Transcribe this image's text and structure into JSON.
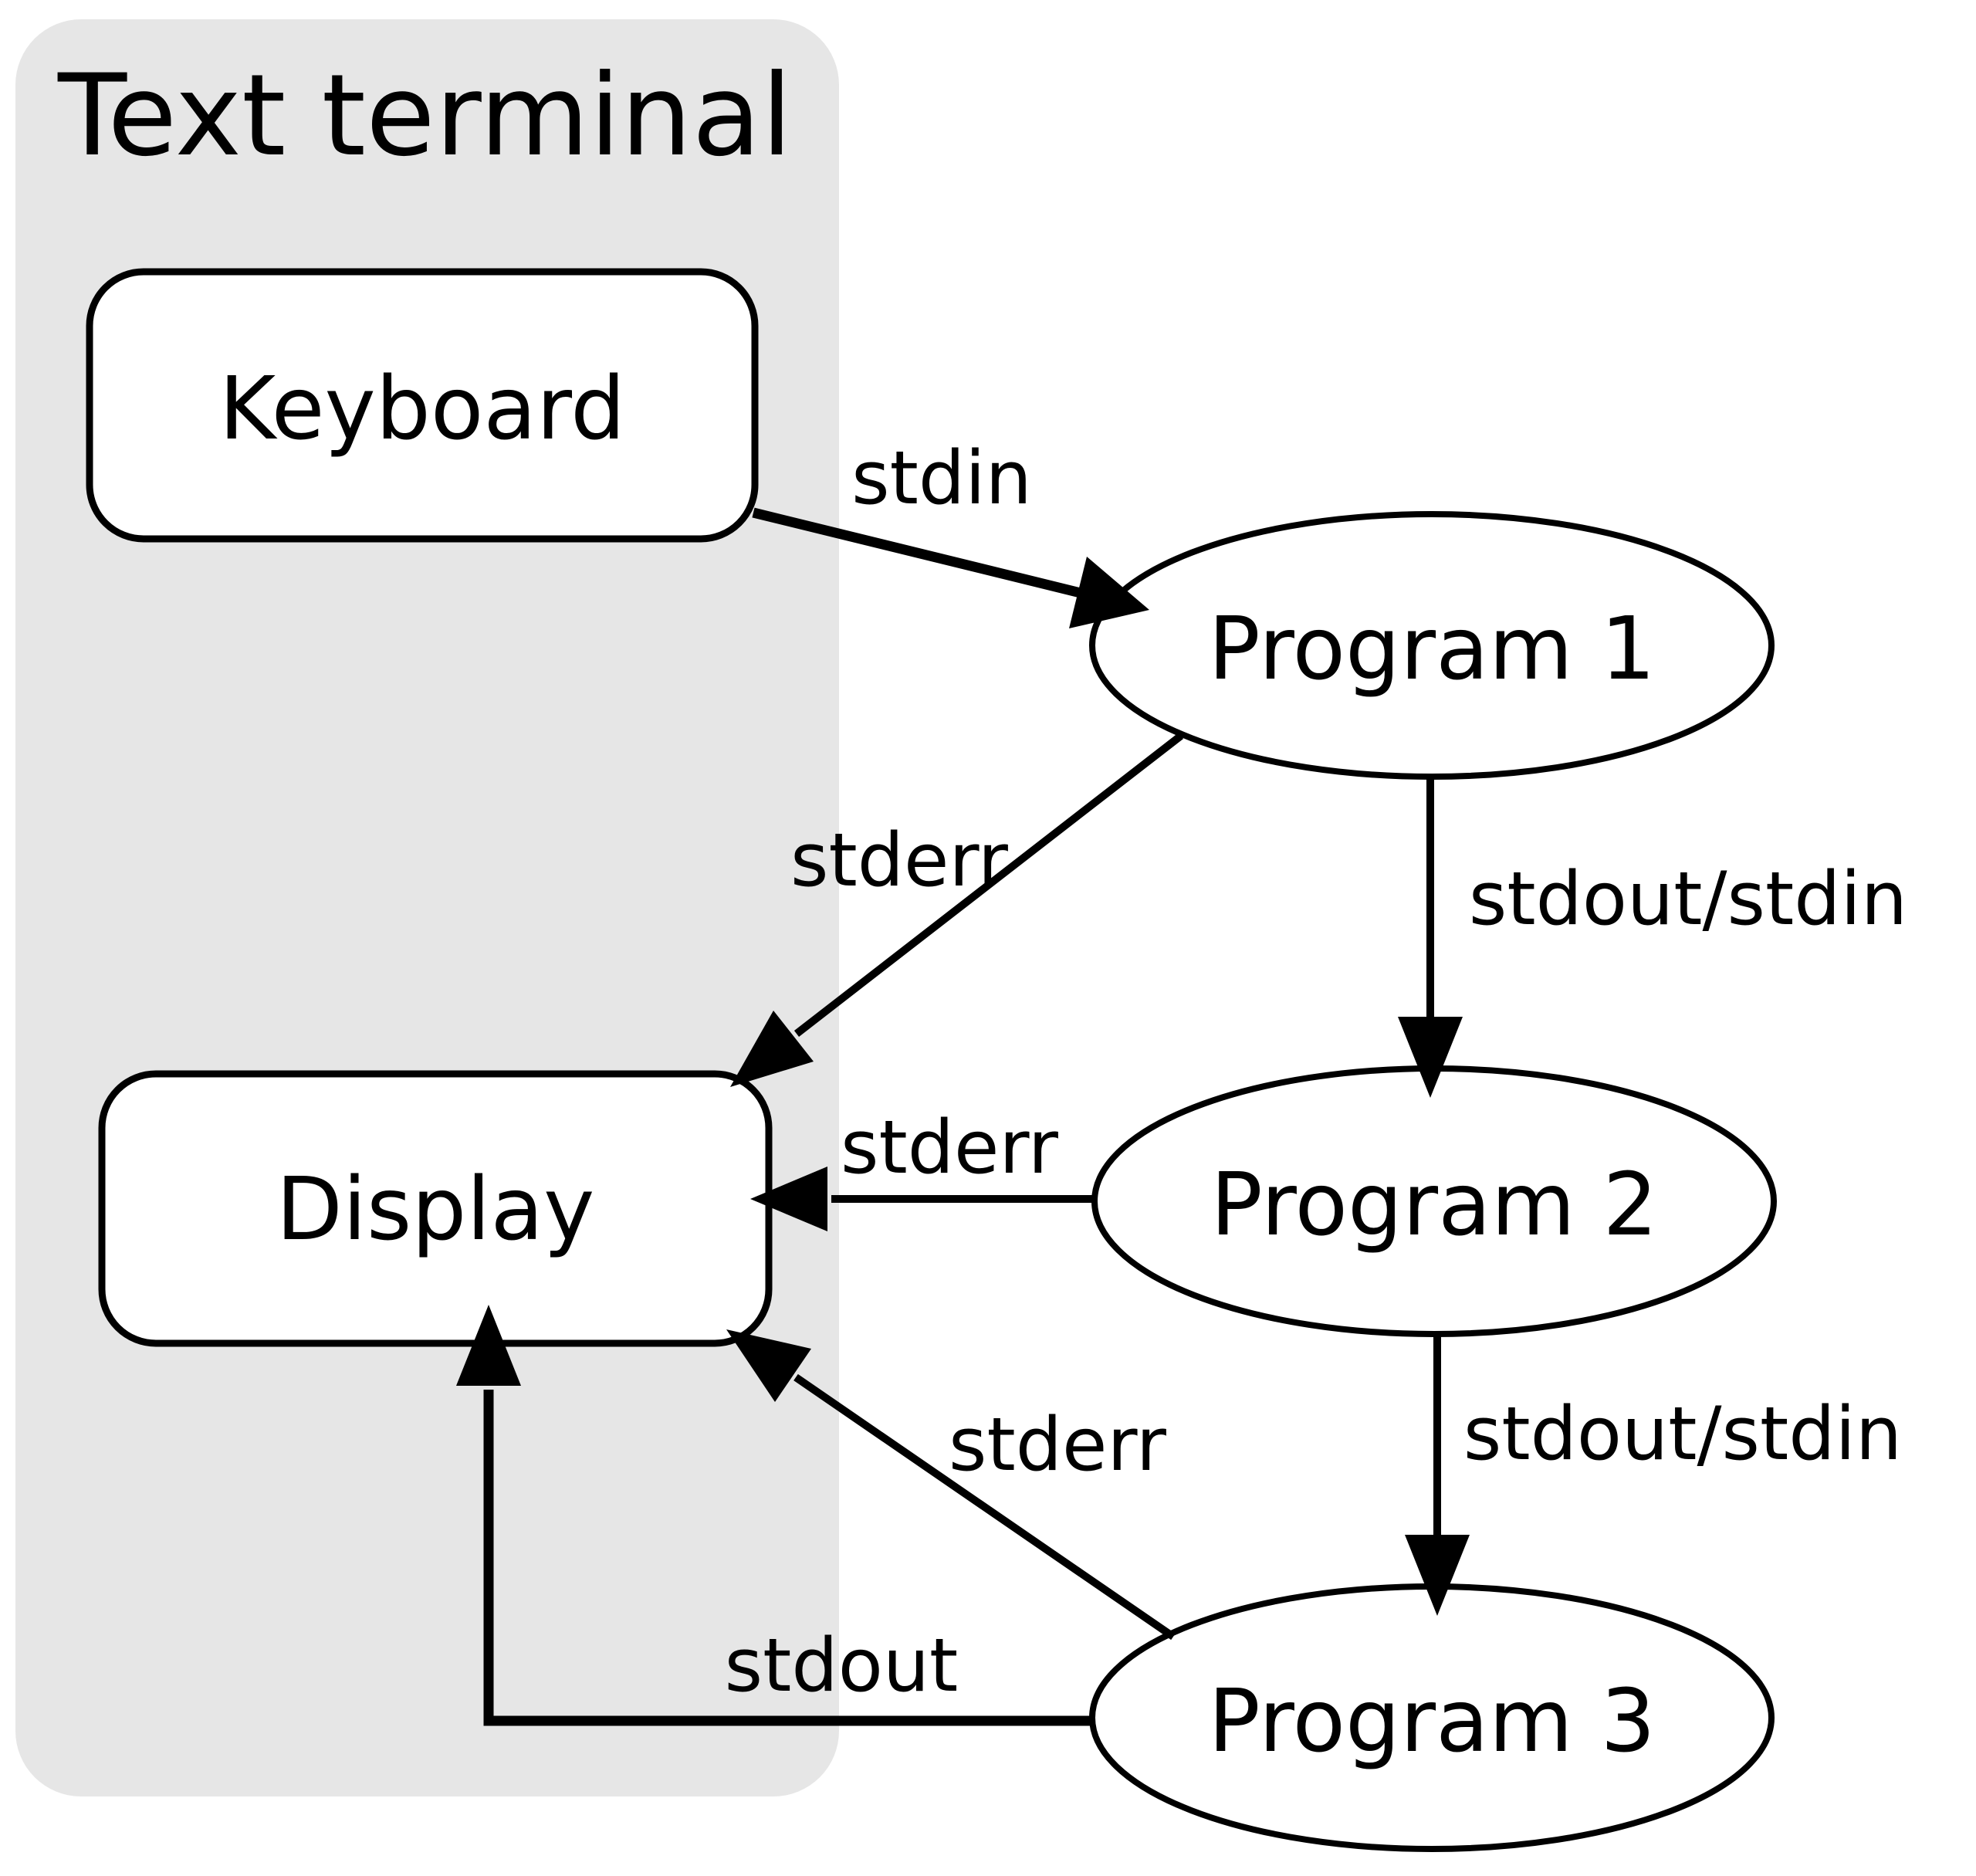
{
  "diagram": {
    "title": "Text terminal",
    "nodes": {
      "keyboard": {
        "label": "Keyboard"
      },
      "display": {
        "label": "Display"
      },
      "program1": {
        "label": "Program 1"
      },
      "program2": {
        "label": "Program 2"
      },
      "program3": {
        "label": "Program 3"
      }
    },
    "edges": {
      "keyboard_to_program1": {
        "label": "stdin"
      },
      "program1_to_display": {
        "label": "stderr"
      },
      "program1_to_program2": {
        "label": "stdout/stdin"
      },
      "program2_to_display": {
        "label": "stderr"
      },
      "program2_to_program3": {
        "label": "stdout/stdin"
      },
      "program3_to_display_err": {
        "label": "stderr"
      },
      "program3_to_display_out": {
        "label": "stdout"
      }
    },
    "colors": {
      "panel": "#e6e6e6",
      "node_fill": "#ffffff",
      "stroke": "#000000",
      "background": "#ffffff"
    }
  }
}
